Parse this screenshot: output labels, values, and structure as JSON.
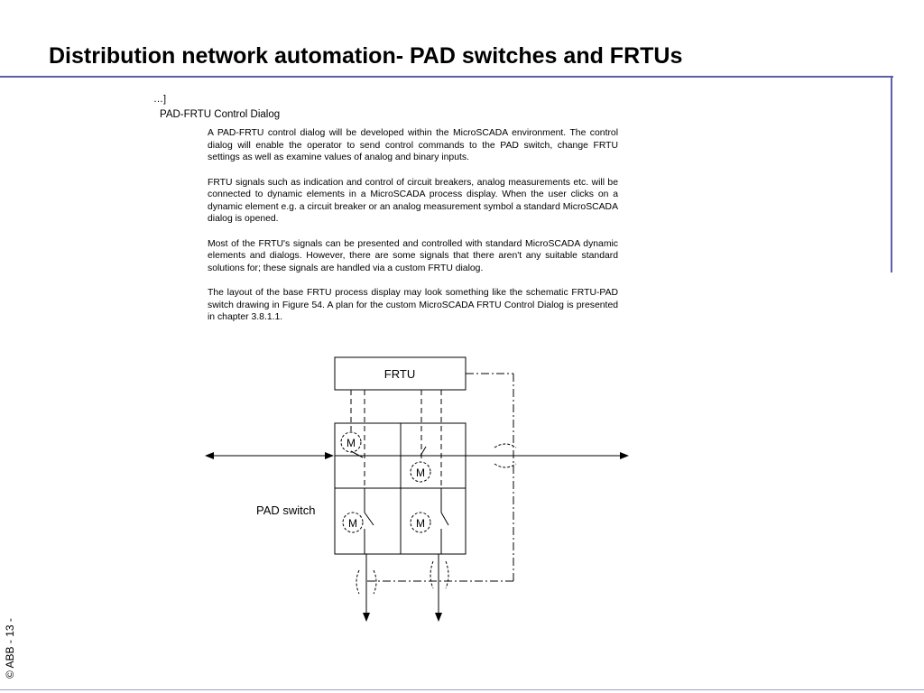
{
  "slide": {
    "title": "Distribution network automation- PAD switches and FRTUs",
    "copyright": "© ABB - 13 -"
  },
  "document": {
    "mark": "…]",
    "heading": "PAD-FRTU Control Dialog",
    "paragraphs": [
      "A PAD-FRTU control dialog will be developed within the MicroSCADA environment. The control dialog will enable the operator to send control commands to the PAD switch, change FRTU settings as well as examine values of analog and binary inputs.",
      "FRTU signals such as indication and control of circuit breakers, analog measurements etc. will be connected to dynamic elements in a MicroSCADA process display. When the user clicks on a dynamic element e.g. a circuit breaker or an analog measurement symbol a standard MicroSCADA dialog is opened.",
      "Most of the FRTU's signals can be presented and controlled with standard MicroSCADA dynamic elements and dialogs. However, there are some signals that there aren't any suitable standard solutions for; these signals are handled via a custom FRTU dialog.",
      "The layout of the base FRTU process display may look something like the schematic FRTU-PAD switch drawing in Figure 54. A plan for the custom MicroSCADA FRTU Control Dialog is presented in chapter 3.8.1.1."
    ]
  },
  "diagram": {
    "frtu_label": "FRTU",
    "pad_switch_label": "PAD switch",
    "motor_label": "M"
  }
}
